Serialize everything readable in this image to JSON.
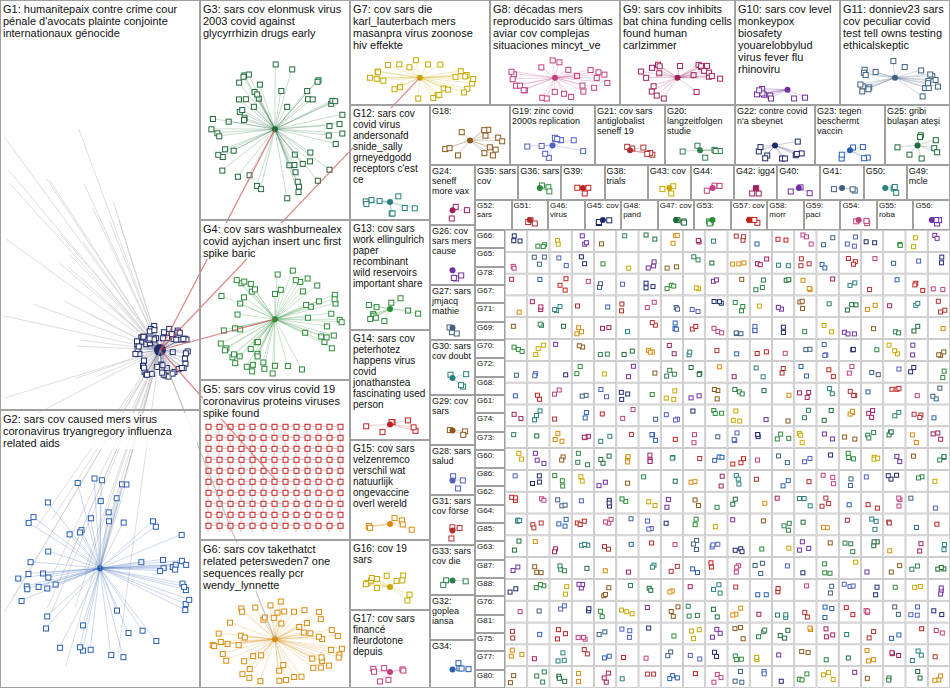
{
  "diagram": {
    "nodes": [
      {
        "text": [
          "G1: humanitepaix contre crime cour pénale d'avocats plainte conjointe internationaux génocide"
        ]
      },
      {
        "text": [
          "G2: sars cov caused mers virus coronavirus tryangregory influenza related aids"
        ]
      },
      {
        "text": [
          "G3: sars cov elonmusk virus 2003 covid against glycyrrhizin drugs early"
        ]
      },
      {
        "text": [
          "G4: cov sars washburnealex covid ayjchan insert unc first spike baric"
        ]
      },
      {
        "text": [
          "G5: sars cov virus covid 19 coronavirus proteins viruses spike found"
        ]
      },
      {
        "text": [
          "G6: sars cov takethatct related petersweden7 one sequences really pcr wendy_lynnette"
        ]
      },
      {
        "text": [
          "G7: cov sars die karl_lauterbach mers masanpra virus zoonose hiv effekte"
        ]
      },
      {
        "text": [
          "G8: décadas mers reproducido sars últimas aviar cov complejas situaciones mincyt_ve"
        ]
      },
      {
        "text": [
          "G9: sars cov inhibits bat china funding cells found human carlzimmer"
        ]
      },
      {
        "text": [
          "G10: sars cov level monkeypox biosafety youarelobbylud virus fever flu rhinoviru"
        ]
      },
      {
        "text": [
          "G11: donniev23 sars cov peculiar covid test tell owns testing ethicalskeptic"
        ]
      },
      {
        "text": [
          "G12: sars cov covid virus andersonafd snide_sally grneyedgodd receptors c'est ce"
        ]
      },
      {
        "text": [
          "G18:"
        ]
      },
      {
        "text": [
          "G19: zinc covid 2000s replication"
        ]
      },
      {
        "text": [
          "G21: cov sars antiglobalist seneff 19"
        ]
      },
      {
        "text": [
          "G20: langzeitfolgen studie"
        ]
      },
      {
        "text": [
          "G22: contre covid n'a sbeynet"
        ]
      },
      {
        "text": [
          "G23: tegen beschermt vaccin"
        ]
      },
      {
        "text": [
          "G25: gribi bulaşan ateşi"
        ]
      },
      {
        "text": [
          "G13: cov sars work ellingulrich paper recombinant wild reservoirs important share"
        ]
      },
      {
        "text": [
          "G14: sars cov peterhotez happens virus covid jonathanstea fascinating used person"
        ]
      },
      {
        "text": [
          "G15: cov sars velzenremco verschil wat natuurlijk ongevaccine overl wereld"
        ]
      },
      {
        "text": [
          "G16: cov 19 sars"
        ]
      },
      {
        "text": [
          "G17: cov sars financé fleurdotone depuis"
        ]
      },
      {
        "text": [
          "G24: seneff more vax"
        ]
      },
      {
        "text": [
          "G26: cov sars mers cause"
        ]
      },
      {
        "text": [
          "G27: sars jmjacq mathie"
        ]
      },
      {
        "text": [
          "G30: sars cov doubt"
        ]
      },
      {
        "text": [
          "G29: cov sars"
        ]
      },
      {
        "text": [
          "G28: sars salud"
        ]
      },
      {
        "text": [
          "G31: sars cov förse"
        ]
      },
      {
        "text": [
          "G33: sars cov die"
        ]
      },
      {
        "text": [
          "G32: goplea iansa"
        ]
      },
      {
        "text": [
          "G34:"
        ]
      },
      {
        "text": [
          "G35: sars cov"
        ]
      },
      {
        "text": [
          "G36: sars"
        ]
      },
      {
        "text": [
          "G39:"
        ]
      },
      {
        "text": [
          "G38: trials"
        ]
      },
      {
        "text": [
          "G43: cov"
        ]
      },
      {
        "text": [
          "G44:"
        ]
      },
      {
        "text": [
          "G42: igg4"
        ]
      },
      {
        "text": [
          "G40:"
        ]
      },
      {
        "text": [
          "G41:"
        ]
      },
      {
        "text": [
          "G50:"
        ]
      },
      {
        "text": [
          "G49: mcle"
        ]
      },
      {
        "text": [
          "G52: sars"
        ]
      },
      {
        "text": [
          "G51:"
        ]
      },
      {
        "text": [
          "G46: virus"
        ]
      },
      {
        "text": [
          "G45: cov"
        ]
      },
      {
        "text": [
          "G48: pand"
        ]
      },
      {
        "text": [
          "G47: cov"
        ]
      },
      {
        "text": [
          "G53:"
        ]
      },
      {
        "text": [
          "G57: cov"
        ]
      },
      {
        "text": [
          "G58: morr"
        ]
      },
      {
        "text": [
          "G59: paci"
        ]
      },
      {
        "text": [
          "G54:"
        ]
      },
      {
        "text": [
          "G55: roba"
        ]
      },
      {
        "text": [
          "G56:"
        ]
      },
      {
        "text": [
          "G66:"
        ]
      },
      {
        "text": [
          "G65:"
        ]
      },
      {
        "text": [
          "G78:"
        ]
      },
      {
        "text": [
          "G67:"
        ]
      },
      {
        "text": [
          "G71:"
        ]
      },
      {
        "text": [
          "G69:"
        ]
      },
      {
        "text": [
          "G70:"
        ]
      },
      {
        "text": [
          "G72:"
        ]
      },
      {
        "text": [
          "G68:"
        ]
      },
      {
        "text": [
          "G61:"
        ]
      },
      {
        "text": [
          "G74:"
        ]
      },
      {
        "text": [
          "G73:"
        ]
      },
      {
        "text": [
          "G60:"
        ]
      },
      {
        "text": [
          "G86:"
        ]
      },
      {
        "text": [
          "G62:"
        ]
      },
      {
        "text": [
          "G64:"
        ]
      },
      {
        "text": [
          "G85:"
        ]
      },
      {
        "text": [
          "G63:"
        ]
      },
      {
        "text": [
          "G87:"
        ]
      },
      {
        "text": [
          "G88:"
        ]
      },
      {
        "text": [
          "G76:"
        ]
      },
      {
        "text": [
          "G81:"
        ]
      },
      {
        "text": [
          "G75:"
        ]
      },
      {
        "text": [
          "G77:"
        ]
      },
      {
        "text": [
          "G80:"
        ]
      }
    ]
  }
}
